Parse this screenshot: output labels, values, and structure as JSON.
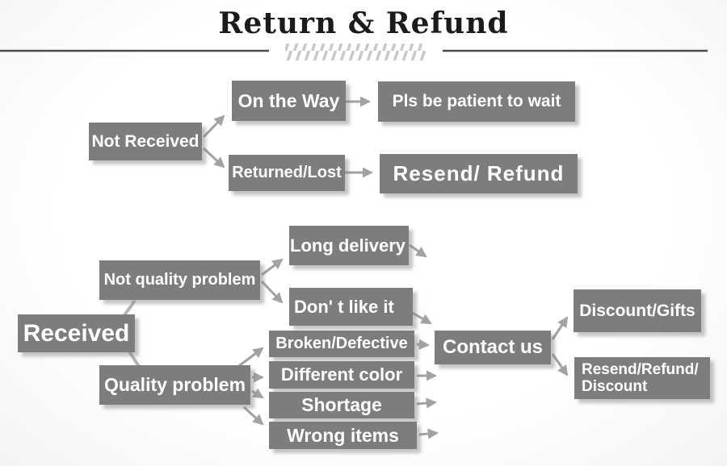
{
  "title": {
    "text": "Return & Refund"
  },
  "colors": {
    "box_fill": "#7d7d7d",
    "box_text": "#ffffff",
    "arrow": "#a2a2a2",
    "connector": "#b5b5b5",
    "divider_line": "#4b4b4b",
    "hatch": "#c9c9c9",
    "title_text": "#1b1b1b",
    "background": "#fbfbfb"
  },
  "top_flow": {
    "not_received": "Not Received",
    "on_the_way": "On the Way",
    "pls_be_patient": "Pls be patient to wait",
    "returned_lost": "Returned/Lost",
    "resend_refund": "Resend/ Refund"
  },
  "bottom_flow": {
    "received": "Received",
    "not_quality_problem": "Not quality problem",
    "long_delivery": "Long delivery",
    "dont_like_it": "Don' t like it",
    "quality_problem": "Quality problem",
    "broken_defective": "Broken/Defective",
    "different_color": "Different color",
    "shortage": "Shortage",
    "wrong_items": "Wrong items",
    "contact_us": "Contact us",
    "discount_gifts": "Discount/Gifts",
    "resend_refund_discount": "Resend/Refund/\nDiscount"
  }
}
